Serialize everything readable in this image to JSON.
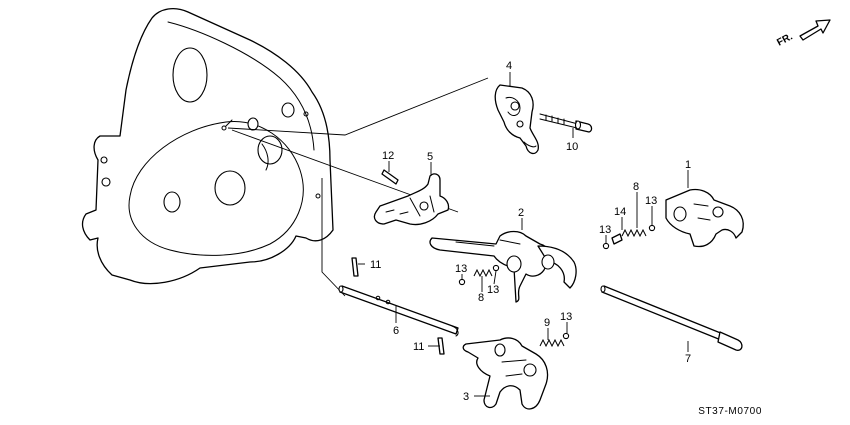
{
  "diagram": {
    "code": "ST37-M0700",
    "direction_label": "FR.",
    "line_color": "#000000",
    "background": "#ffffff"
  },
  "callouts": {
    "c1": "1",
    "c2": "2",
    "c3": "3",
    "c4": "4",
    "c5": "5",
    "c6": "6",
    "c7": "7",
    "c8a": "8",
    "c8b": "8",
    "c9": "9",
    "c10": "10",
    "c11a": "11",
    "c11b": "11",
    "c12": "12",
    "c13a": "13",
    "c13b": "13",
    "c13c": "13",
    "c13d": "13",
    "c13e": "13",
    "c14": "14"
  }
}
